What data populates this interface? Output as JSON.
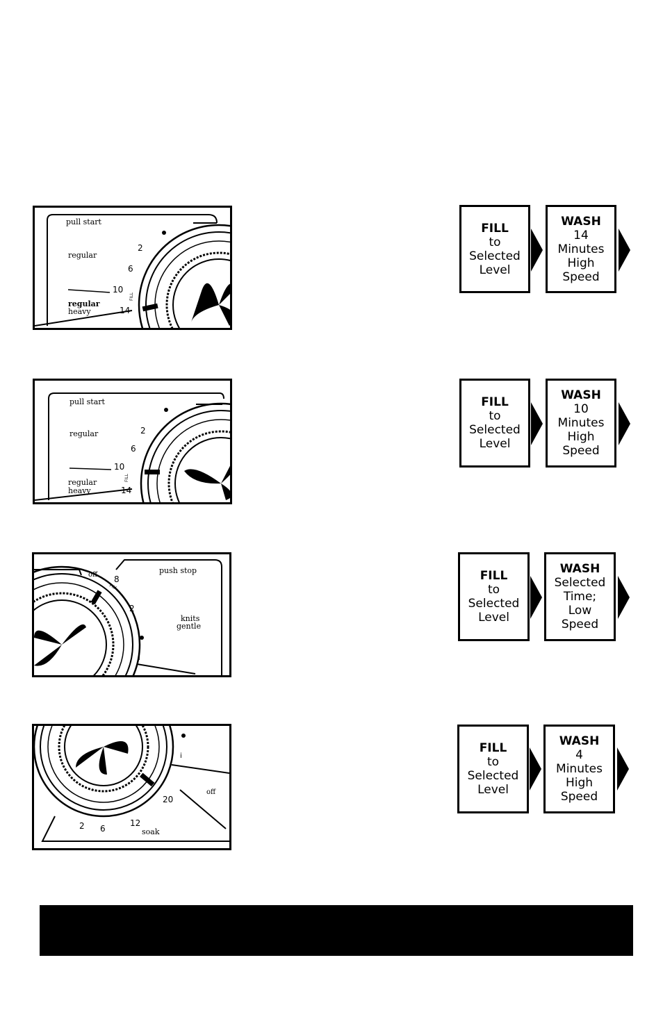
{
  "rows": [
    {
      "dial": {
        "label_top": "pull start",
        "label_mid": "regular",
        "label_bottom_1": "regular",
        "label_bottom_2": "heavy",
        "nums": [
          "2",
          "6",
          "10",
          "14"
        ],
        "fill_mark": "FILL"
      },
      "fill_box": {
        "title": "FILL",
        "lines": [
          "to",
          "Selected",
          "Level"
        ]
      },
      "wash_box": {
        "title": "WASH",
        "lines": [
          "14",
          "Minutes",
          "High",
          "Speed"
        ]
      }
    },
    {
      "dial": {
        "label_top": "pull start",
        "label_mid": "regular",
        "label_bottom_1": "regular",
        "label_bottom_2": "heavy",
        "nums": [
          "2",
          "6",
          "10",
          "14"
        ],
        "fill_mark": "FILL"
      },
      "fill_box": {
        "title": "FILL",
        "lines": [
          "to",
          "Selected",
          "Level"
        ]
      },
      "wash_box": {
        "title": "WASH",
        "lines": [
          "10",
          "Minutes",
          "High",
          "Speed"
        ]
      }
    },
    {
      "dial": {
        "label_top": "push stop",
        "label_off": "off",
        "label_mid_1": "knits",
        "label_mid_2": "gentle",
        "nums": [
          "8",
          "2"
        ],
        "fill_mark": "FILL"
      },
      "fill_box": {
        "title": "FILL",
        "lines": [
          "to",
          "Selected",
          "Level"
        ]
      },
      "wash_box": {
        "title": "WASH",
        "lines": [
          "Selected",
          "Time;",
          "Low",
          "Speed"
        ]
      }
    },
    {
      "dial": {
        "label_off": "off",
        "label_soak": "soak",
        "nums": [
          "20",
          "2",
          "6",
          "12"
        ]
      },
      "fill_box": {
        "title": "FILL",
        "lines": [
          "to",
          "Selected",
          "Level"
        ]
      },
      "wash_box": {
        "title": "WASH",
        "lines": [
          "4",
          "Minutes",
          "High",
          "Speed"
        ]
      }
    }
  ]
}
